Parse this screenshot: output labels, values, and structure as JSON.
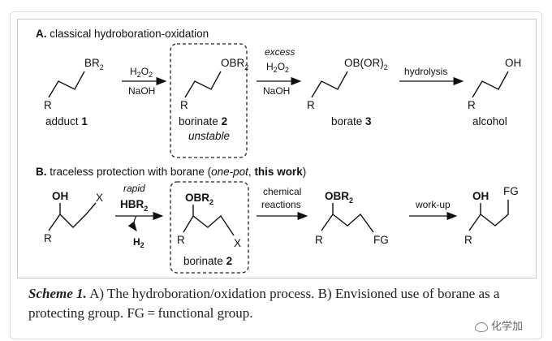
{
  "section_a": {
    "title_letter": "A.",
    "title_text": "classical hydroboration-oxidation",
    "adduct": {
      "group": "BR",
      "group_sub": "2",
      "r": "R",
      "label": "adduct",
      "number": "1"
    },
    "arrow1": {
      "top": "H",
      "top_sub": "2",
      "top_rest": "O",
      "top_sub2": "2",
      "bottom": "NaOH"
    },
    "borinate": {
      "group": "OBR",
      "group_sub": "2",
      "r": "R",
      "label": "borinate",
      "number": "2",
      "note": "unstable"
    },
    "arrow2": {
      "top1": "excess",
      "top2": "H",
      "top2_sub": "2",
      "top2_rest": "O",
      "top2_sub2": "2",
      "bottom": "NaOH"
    },
    "borate": {
      "group": "OB(OR)",
      "group_sub": "2",
      "r": "R",
      "label": "borate",
      "number": "3"
    },
    "arrow3": {
      "top": "hydrolysis"
    },
    "alcohol": {
      "group": "OH",
      "r": "R",
      "label": "alcohol"
    }
  },
  "section_b": {
    "title_letter": "B.",
    "title_text": "traceless protection with borane (",
    "title_italic": "one-pot",
    "title_comma": ", ",
    "title_bold": "this work",
    "title_close": ")",
    "start": {
      "oh": "OH",
      "x": "X",
      "r": "R"
    },
    "arrow1": {
      "top1": "rapid",
      "top2": "HBR",
      "top2_sub": "2",
      "bottom": "H",
      "bottom_sub": "2"
    },
    "borinate": {
      "group": "OBR",
      "group_sub": "2",
      "r": "R",
      "x": "X",
      "label": "borinate",
      "number": "2"
    },
    "arrow2": {
      "top1": "chemical",
      "top2": "reactions"
    },
    "product1": {
      "group": "OBR",
      "group_sub": "2",
      "r": "R",
      "fg": "FG"
    },
    "arrow3": {
      "top": "work-up"
    },
    "product2": {
      "oh": "OH",
      "fg": "FG",
      "r": "R"
    }
  },
  "caption": {
    "lead": "Scheme 1.",
    "text": " A) The hydroboration/oxidation process. B) Envisioned use of borane as a protecting group. FG = functional group."
  },
  "watermark": {
    "text": "化学加"
  }
}
